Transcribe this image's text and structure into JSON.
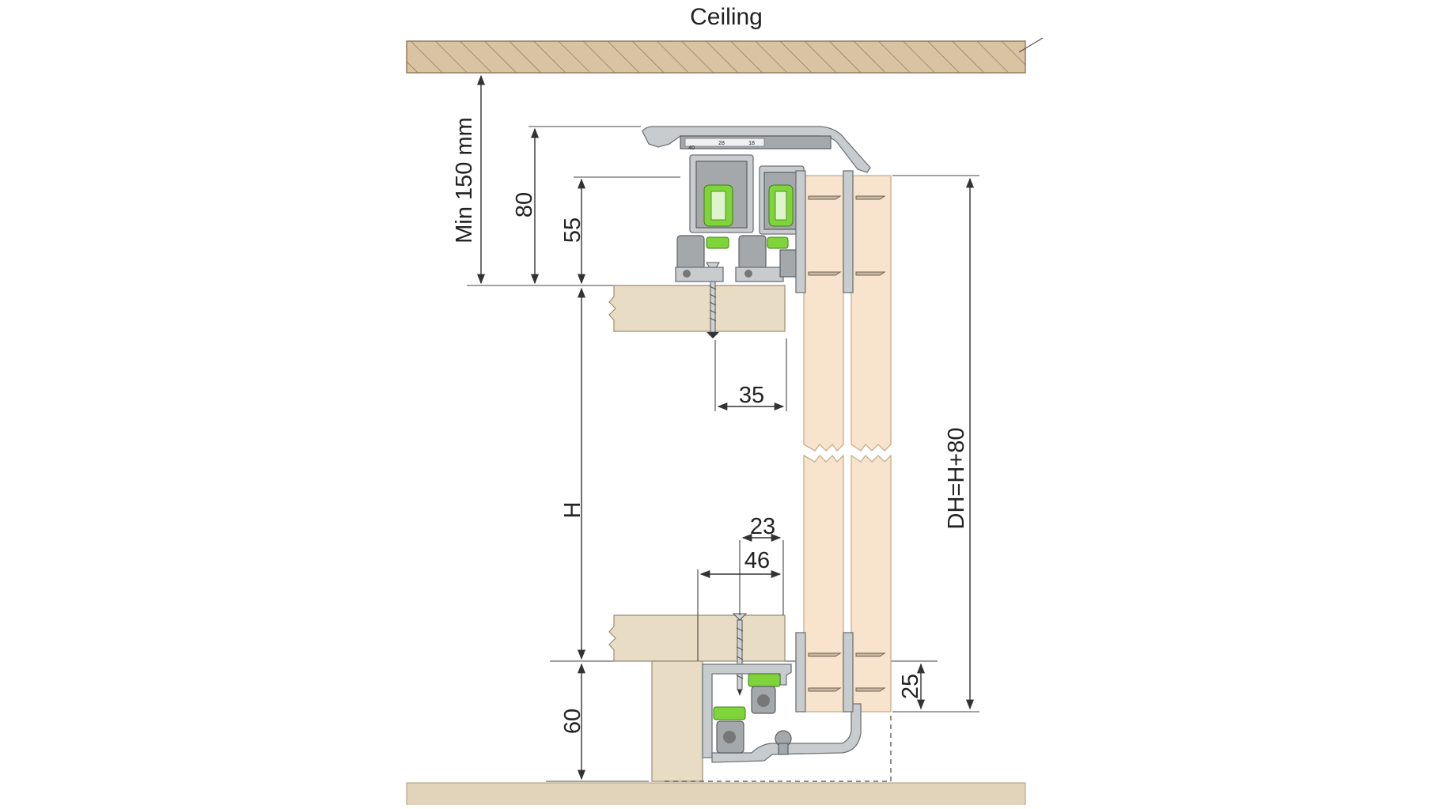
{
  "labels": {
    "ceiling": "Ceiling",
    "min_clearance": "Min 150 mm",
    "dim_80": "80",
    "dim_55": "55",
    "dim_35": "35",
    "dim_h": "H",
    "dim_23": "23",
    "dim_46": "46",
    "dim_60": "60",
    "dim_25": "25",
    "dim_dh": "DH=H+80"
  },
  "scale": {
    "left": "40",
    "mid": "28",
    "right": "18"
  },
  "colors": {
    "ceiling_fill": "#d9c3a3",
    "floor_fill": "#e2d3bb",
    "wood": "#e9dcc4",
    "door_panel": "#f8e3cc",
    "roller_green": "#7fd43a",
    "aluminium": "#c9ccce"
  }
}
